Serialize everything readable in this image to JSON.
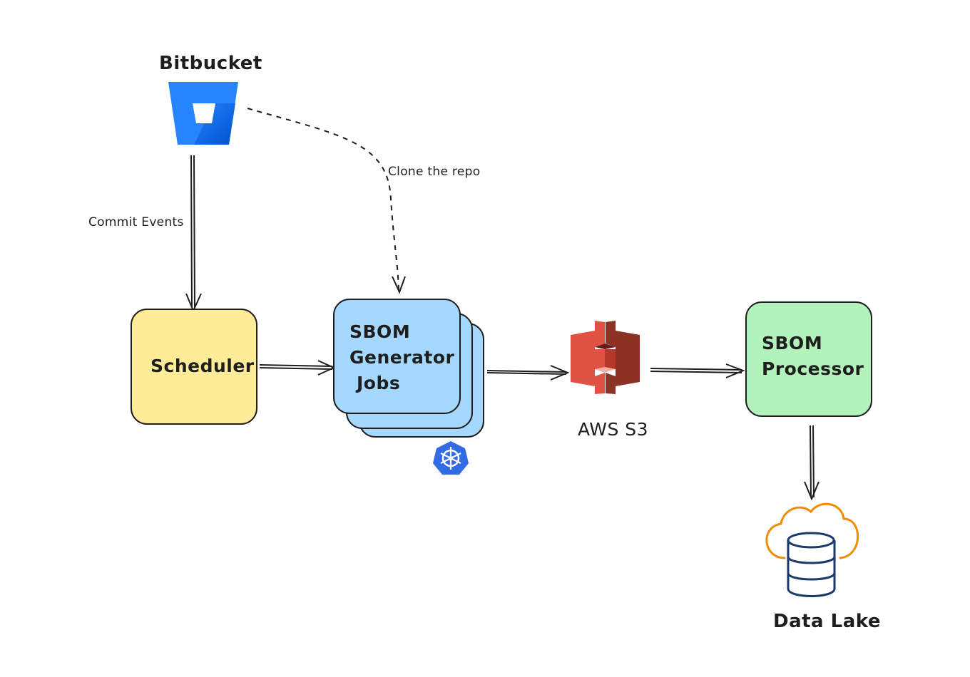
{
  "nodes": {
    "bitbucket": {
      "label": "Bitbucket",
      "color": "#2684FF",
      "icon": "bitbucket-logo-icon"
    },
    "scheduler": {
      "label": "Scheduler",
      "color": "#FFEC99"
    },
    "generator": {
      "label_line1": "SBOM",
      "label_line2": "Generator",
      "label_line3": "Jobs",
      "color": "#A5D8FF",
      "icon": "kubernetes-logo-icon"
    },
    "s3": {
      "label": "AWS S3",
      "color": "#E05243",
      "icon": "aws-s3-logo-icon"
    },
    "processor": {
      "label_line1": "SBOM",
      "label_line2": "Processor",
      "color": "#B2F2BB"
    },
    "datalake": {
      "label": "Data Lake",
      "icon": "cloud-database-icon",
      "cloud_color": "#F08C00",
      "db_color": "#1B3A6B"
    }
  },
  "edges": {
    "commit_events": "Commit Events",
    "clone_repo": "Clone the repo"
  }
}
